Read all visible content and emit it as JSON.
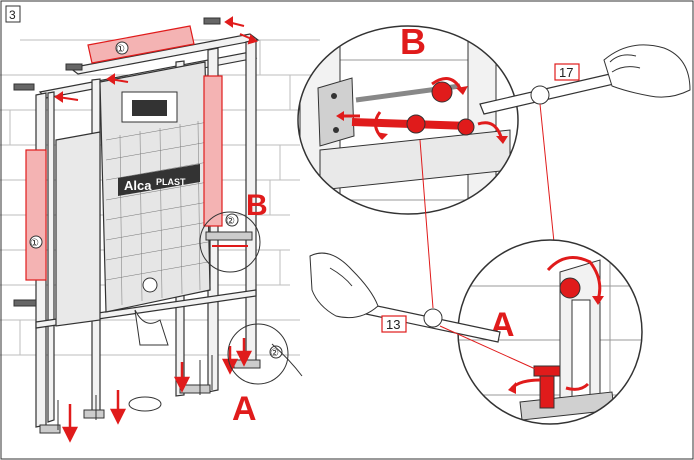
{
  "step_number": "3",
  "labels": {
    "callout_a_main": "A",
    "callout_b_main": "B",
    "detail_b_title": "B",
    "detail_a_title": "A",
    "circled_1_top": "①",
    "circled_1_left": "①",
    "circled_2_b": "②",
    "circled_2_a": "②"
  },
  "wrench_sizes": {
    "upper": "17",
    "lower": "13"
  },
  "brand": {
    "logo_text": "AlcaPLAST",
    "part1": "Alca",
    "part2": "PLAST"
  },
  "colors": {
    "accent_red": "#e01b1b",
    "light_red": "#f4b3b3",
    "line": "#333333",
    "frame_fill": "#f2f2f2",
    "tank_fill": "#e6e6e6",
    "brick": "#bdbdbd"
  },
  "icons": {
    "step_box": "step-number-box",
    "spirit_level": "spirit-level-icon",
    "wrench": "open-end-wrench-icon",
    "hand": "hand-icon",
    "rotation_arrow": "rotation-arrow-icon",
    "down_arrow": "down-arrow-icon"
  }
}
